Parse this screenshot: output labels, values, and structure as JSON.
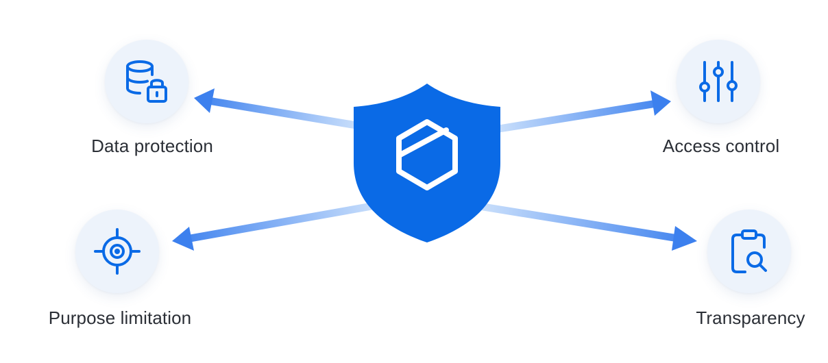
{
  "nodes": {
    "data_protection": {
      "label": "Data protection",
      "icon": "database-lock-icon"
    },
    "access_control": {
      "label": "Access control",
      "icon": "sliders-icon"
    },
    "purpose_limitation": {
      "label": "Purpose limitation",
      "icon": "crosshair-target-icon"
    },
    "transparency": {
      "label": "Transparency",
      "icon": "clipboard-search-icon"
    }
  },
  "center": {
    "icon": "shield-hexagon-icon"
  },
  "colors": {
    "primary_blue": "#0a6ae6",
    "arrow_blue": "#3f82ee",
    "arrow_light": "#bcd7fa",
    "circle_bg": "#edf3fb",
    "label_text": "#2b2f36",
    "background": "#ffffff"
  }
}
